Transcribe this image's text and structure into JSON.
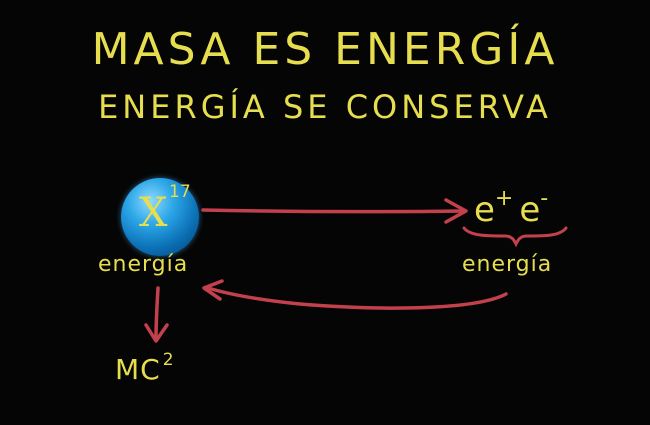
{
  "title": "MASA ES ENERGÍA",
  "subtitle": "ENERGÍA SE CONSERVA",
  "particle": {
    "symbol": "X",
    "superscript": "17"
  },
  "left_label": "energía",
  "right_label": "energía",
  "pair": {
    "e1": "e",
    "e1_sup": "+",
    "e2": "e",
    "e2_sup": "-"
  },
  "mass_term": {
    "base": "MC",
    "exp": "2"
  },
  "colors": {
    "chalk_yellow": "#e6de4f",
    "arrow_red": "#c2414c",
    "background": "#000000",
    "sphere_blue": "#1e8fd6"
  }
}
